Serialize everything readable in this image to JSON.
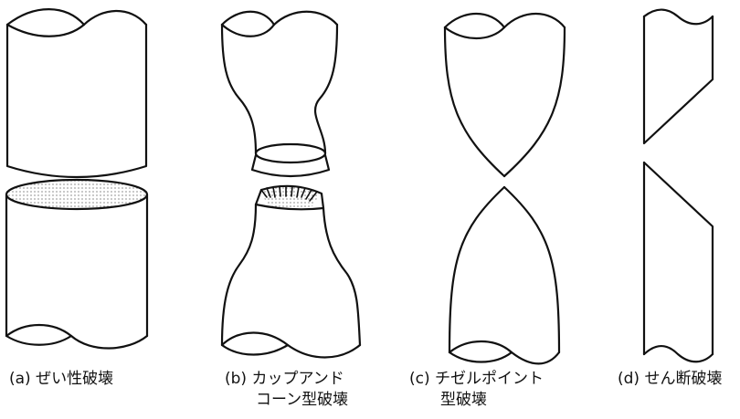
{
  "captions": {
    "a": {
      "line1": "(a) ぜい性破壊"
    },
    "b": {
      "line1": "(b) カップアンド",
      "line2": "コーン型破壊"
    },
    "c": {
      "line1": "(c) チゼルポイント",
      "line2": "型破壊"
    },
    "d": {
      "line1": "(d) せん断破壊"
    }
  },
  "colors": {
    "line": "#111111",
    "background": "#ffffff",
    "stipple": "#555555"
  }
}
